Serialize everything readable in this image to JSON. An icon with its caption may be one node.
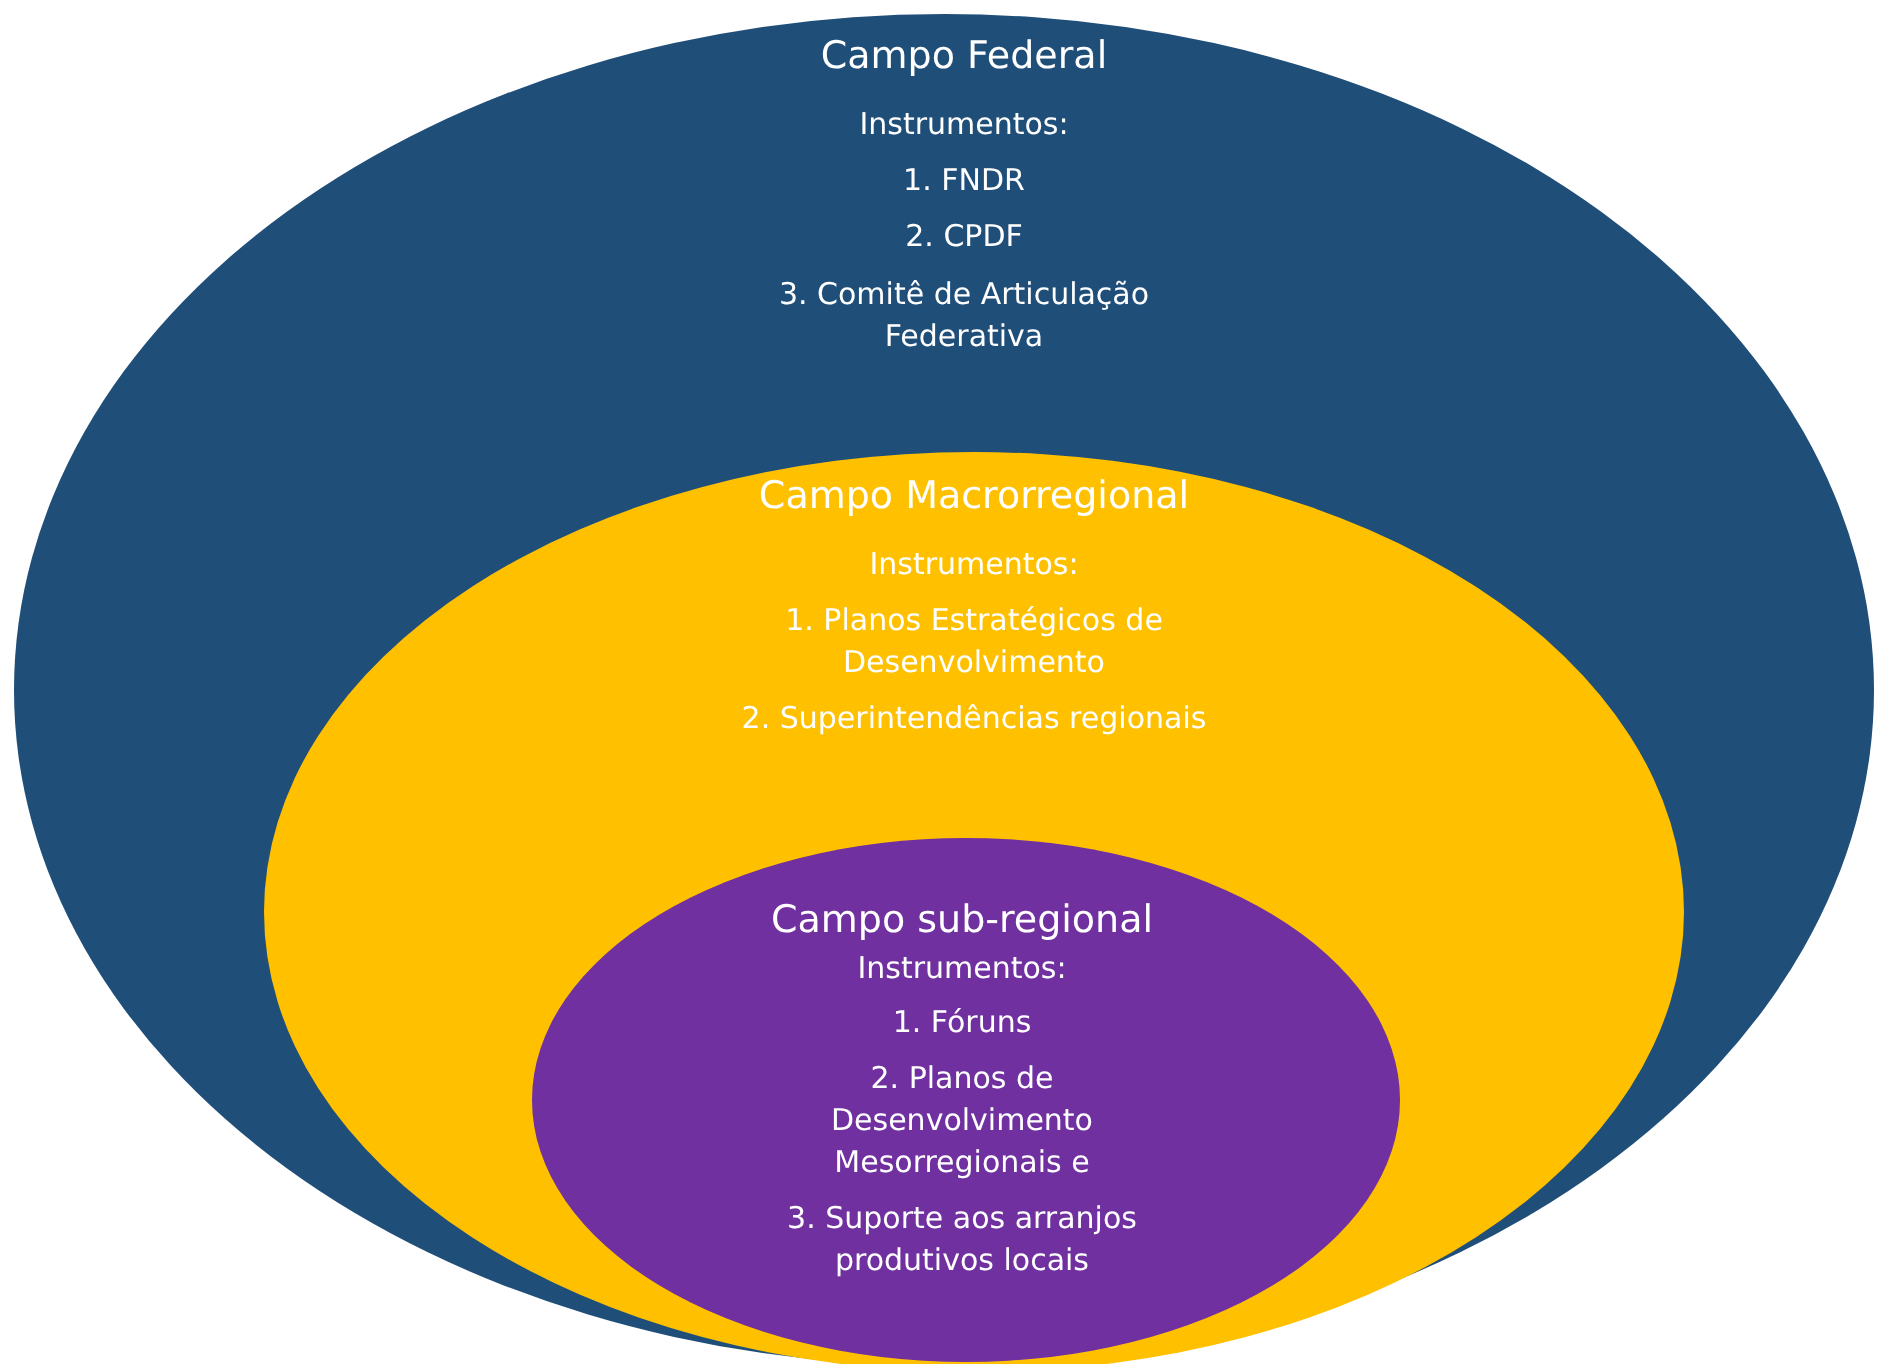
{
  "diagram": {
    "nodes": [
      {
        "text": [
          "Campo Federal",
          "Instrumentos:",
          "1. FNDR",
          "2. CPDF",
          "3. Comitê de Articulação Federativa"
        ]
      },
      {
        "text": [
          "Campo Macrorregional",
          "Instrumentos:",
          "1. Planos Estratégicos de Desenvolvimento",
          "2. Superintendências regionais"
        ],
        "in": 0
      },
      {
        "text": [
          "Campo sub-regional",
          "Instrumentos:",
          "1. Fóruns",
          "2. Planos de Desenvolvimento Mesorregionais e",
          "3. Suporte aos arranjos produtivos locais"
        ],
        "in": 1
      }
    ]
  }
}
